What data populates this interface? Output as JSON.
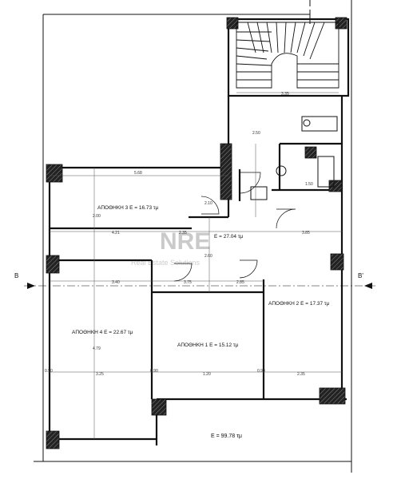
{
  "rooms": [
    {
      "label": "ΑΠΟΘΗΚΗ 3 Ε = 16.73 τμ"
    },
    {
      "label": "Ε = 27.04 τμ"
    },
    {
      "label": "ΑΠΟΘΗΚΗ 2 Ε = 17.37 τμ"
    },
    {
      "label": "ΑΠΟΘΗΚΗ 4 Ε = 22.67 τμ"
    },
    {
      "label": "ΑΠΟΘΗΚΗ 1 Ε = 15.12 τμ"
    }
  ],
  "total_area": "Ε = 99.78 τμ",
  "section_left": "Β",
  "section_right": "Β'",
  "dims": {
    "d_335": "3.35",
    "d_568": "5.68",
    "d_421": "4.21",
    "d_235": "2.35",
    "d_385": "3.85",
    "d_200": "2.00",
    "d_340": "3.40",
    "d_375": "3.75",
    "d_285": "2.85",
    "d_479": "4.79",
    "d_325": "3.25",
    "d_090a": "0.90",
    "d_090b": "0.90",
    "d_090c": "0.90",
    "d_235b": "2.35",
    "d_120": "1.20",
    "d_260": "2.60",
    "d_210": "2.10",
    "d_150": "1.50",
    "d_250": "2.50"
  },
  "watermark": {
    "brand": "NRE",
    "sub": "Real Estate Solutions"
  },
  "colors": {
    "ink": "#111111",
    "dim": "#555555",
    "paper": "#ffffff"
  }
}
